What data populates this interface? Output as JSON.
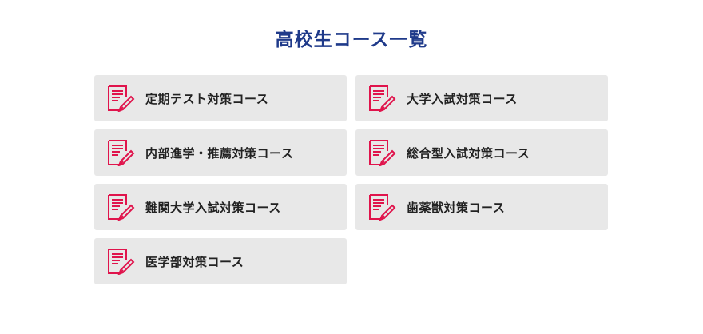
{
  "page": {
    "title": "高校生コース一覧"
  },
  "colors": {
    "title": "#1f3a8a",
    "icon": "#e0144c",
    "card_bg": "#e8e8e8"
  },
  "courses": [
    {
      "label": "定期テスト対策コース",
      "icon": "document-pencil-icon"
    },
    {
      "label": "大学入試対策コース",
      "icon": "document-pencil-icon"
    },
    {
      "label": "内部進学・推薦対策コース",
      "icon": "document-pencil-icon"
    },
    {
      "label": "総合型入試対策コース",
      "icon": "document-pencil-icon"
    },
    {
      "label": "難関大学入試対策コース",
      "icon": "document-pencil-icon"
    },
    {
      "label": "歯薬獣対策コース",
      "icon": "document-pencil-icon"
    },
    {
      "label": "医学部対策コース",
      "icon": "document-pencil-icon"
    }
  ]
}
